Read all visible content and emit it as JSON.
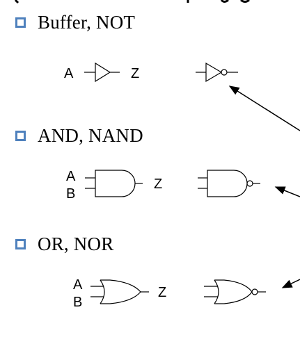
{
  "bullets": [
    {
      "label": "Buffer, NOT"
    },
    {
      "label": "AND, NAND"
    },
    {
      "label": "OR, NOR"
    }
  ],
  "gates": {
    "buffer": {
      "input": "A",
      "output": "Z"
    },
    "and": {
      "input_a": "A",
      "input_b": "B",
      "output": "Z"
    },
    "or": {
      "input_a": "A",
      "input_b": "B",
      "output": "Z"
    }
  },
  "colors": {
    "bullet": "#4f81bd",
    "line": "#000000"
  }
}
